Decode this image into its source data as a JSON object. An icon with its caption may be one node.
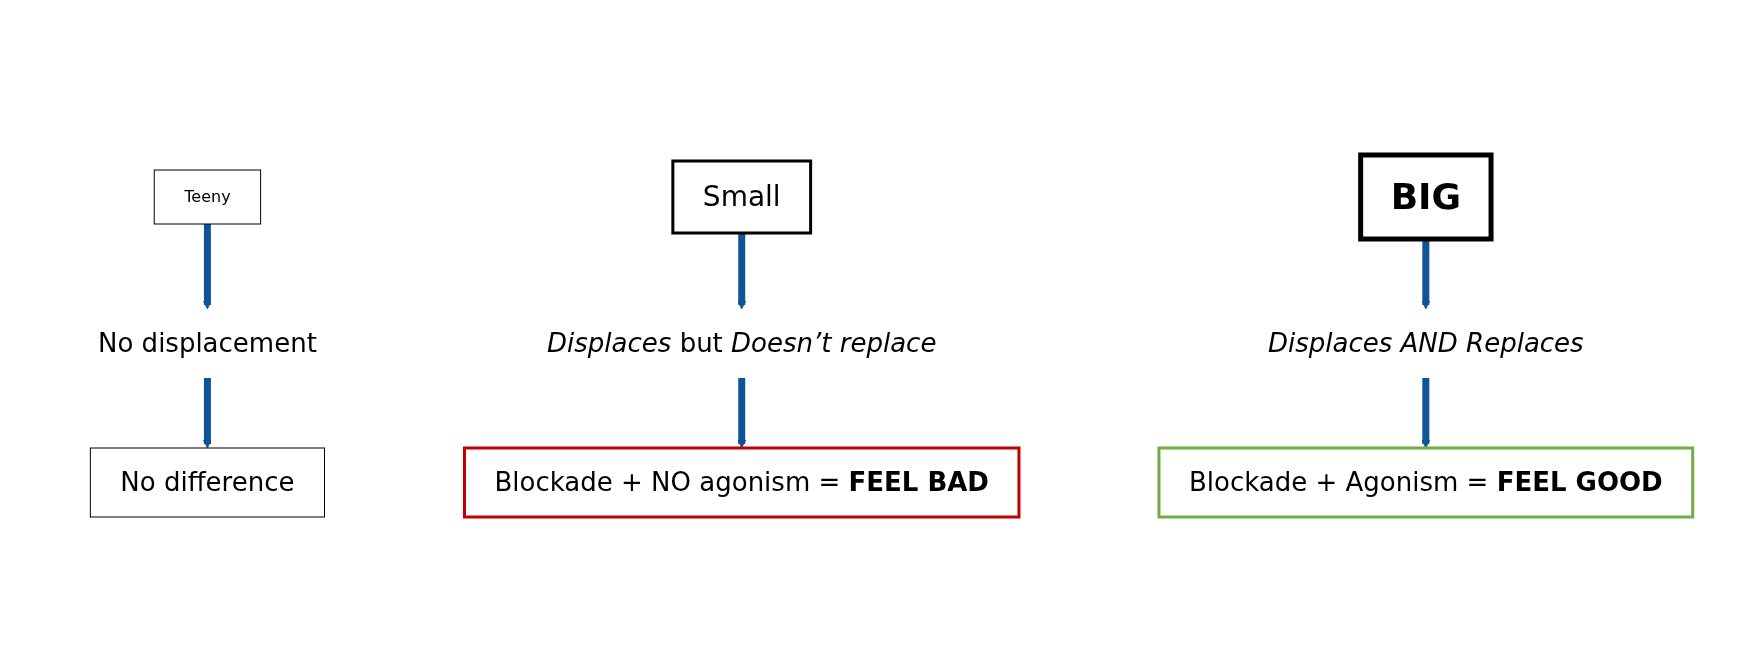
{
  "diagram": {
    "nodes": [
      {
        "text": [
          "Teeny"
        ]
      },
      {
        "text": [
          "No displacement"
        ]
      },
      {
        "text": [
          "No difference"
        ]
      },
      {
        "text": [
          "Small"
        ]
      },
      {
        "text": [
          "*Displaces* but *Doesn’t replace*"
        ]
      },
      {
        "text": [
          "Blockade + NO agonism = **FEEL BAD**"
        ]
      },
      {
        "text": [
          "BIG"
        ]
      },
      {
        "text": [
          "Displaces AND Replaces"
        ]
      },
      {
        "text": [
          "Blockade + Agonism = **FEEL GOOD**"
        ]
      }
    ],
    "edges": [
      {
        "from": 0,
        "to": 1,
        "arrow": "to"
      },
      {
        "from": 1,
        "to": 2,
        "arrow": "to"
      },
      {
        "from": 3,
        "to": 4,
        "arrow": "to"
      },
      {
        "from": 4,
        "to": 5,
        "arrow": "to"
      },
      {
        "from": 6,
        "to": 7,
        "arrow": "to"
      },
      {
        "from": 7,
        "to": 8,
        "arrow": "to"
      }
    ]
  }
}
